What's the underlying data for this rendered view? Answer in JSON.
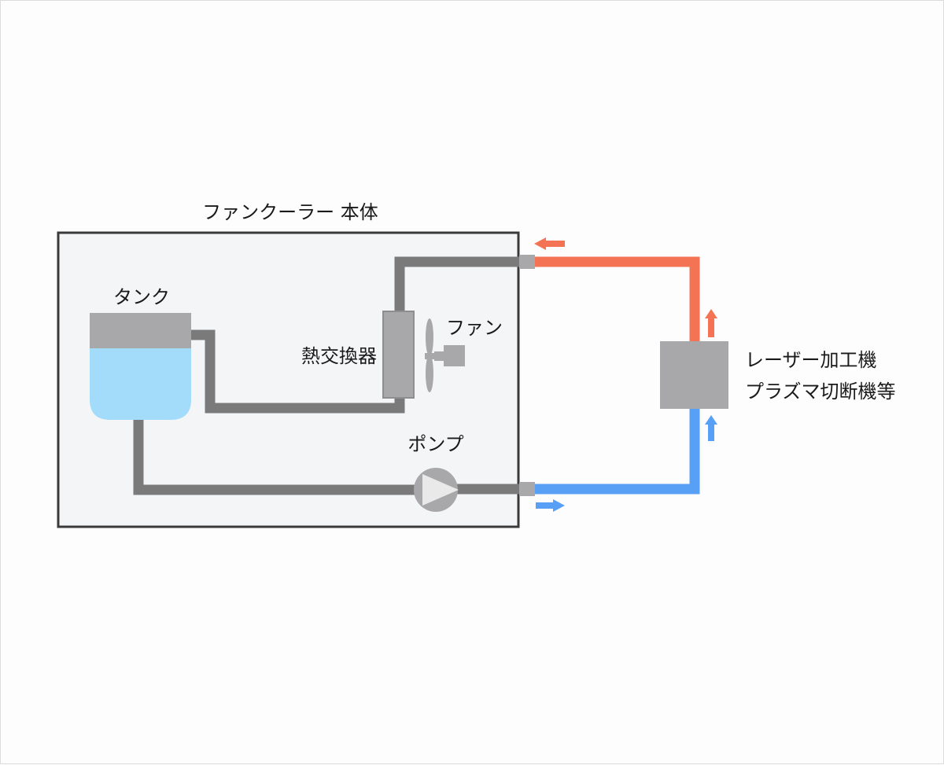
{
  "diagram": {
    "unit_title": "ファンクーラー 本体",
    "tank_label": "タンク",
    "heat_exchanger_label": "熱交換器",
    "fan_label": "ファン",
    "pump_label": "ポンプ",
    "machine_label_line1": "レーザー加工機",
    "machine_label_line2": "プラズマ切断機等"
  },
  "colors": {
    "hot_pipe": "#f47354",
    "cold_pipe": "#58a0f5",
    "internal_pipe": "#7a7a7b",
    "component_gray": "#a8a8aa",
    "water": "#a3dcfb",
    "unit_box_fill": "#f4f5f7",
    "unit_box_border": "#3a3a3a"
  }
}
